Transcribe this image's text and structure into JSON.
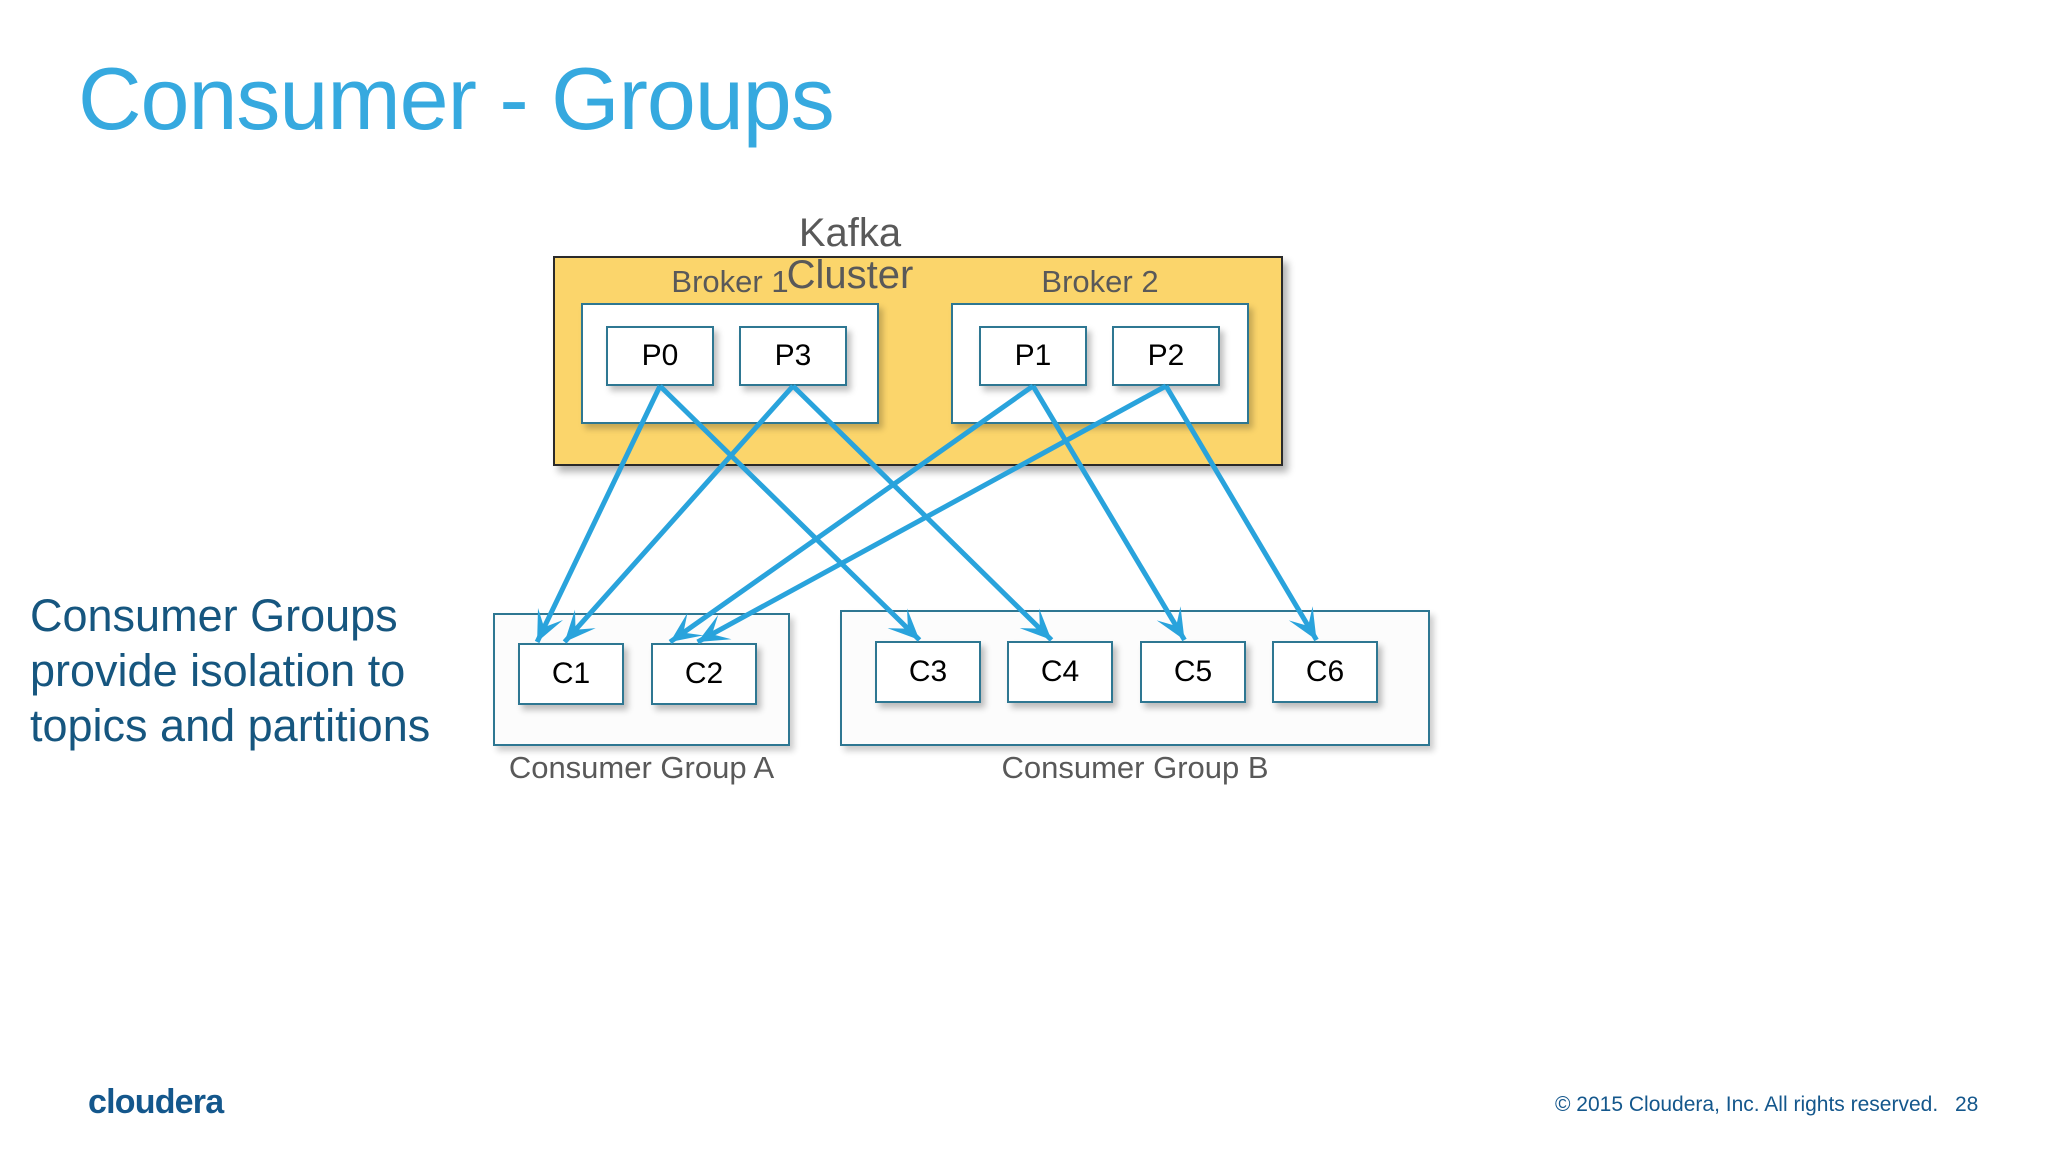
{
  "slide": {
    "title": "Consumer - Groups",
    "body_text": "Consumer Groups provide isolation to topics and partitions",
    "page_number": "28",
    "accent_color": "#36A9DF",
    "body_text_color": "#16567F",
    "cluster_fill_color": "#FBD56B",
    "box_border_color": "#2E7792",
    "arrow_color": "#29A3DC",
    "label_gray": "#595959"
  },
  "footer": {
    "logo_text": "cloudera",
    "copyright": "© 2015 Cloudera, Inc. All rights reserved."
  },
  "diagram": {
    "cluster": {
      "title_line1": "Kafka",
      "title_line2": "Cluster"
    },
    "brokers": [
      {
        "label": "Broker 1",
        "partitions": [
          {
            "label": "P0"
          },
          {
            "label": "P3"
          }
        ]
      },
      {
        "label": "Broker 2",
        "partitions": [
          {
            "label": "P1"
          },
          {
            "label": "P2"
          }
        ]
      }
    ],
    "consumer_groups": [
      {
        "label": "Consumer Group A",
        "consumers": [
          {
            "label": "C1"
          },
          {
            "label": "C2"
          }
        ]
      },
      {
        "label": "Consumer Group B",
        "consumers": [
          {
            "label": "C3"
          },
          {
            "label": "C4"
          },
          {
            "label": "C5"
          },
          {
            "label": "C6"
          }
        ]
      }
    ],
    "connections": [
      {
        "from": "P0",
        "to": "C1"
      },
      {
        "from": "P0",
        "to": "C3"
      },
      {
        "from": "P3",
        "to": "C1"
      },
      {
        "from": "P3",
        "to": "C4"
      },
      {
        "from": "P1",
        "to": "C2"
      },
      {
        "from": "P1",
        "to": "C5"
      },
      {
        "from": "P2",
        "to": "C2"
      },
      {
        "from": "P2",
        "to": "C6"
      }
    ]
  }
}
